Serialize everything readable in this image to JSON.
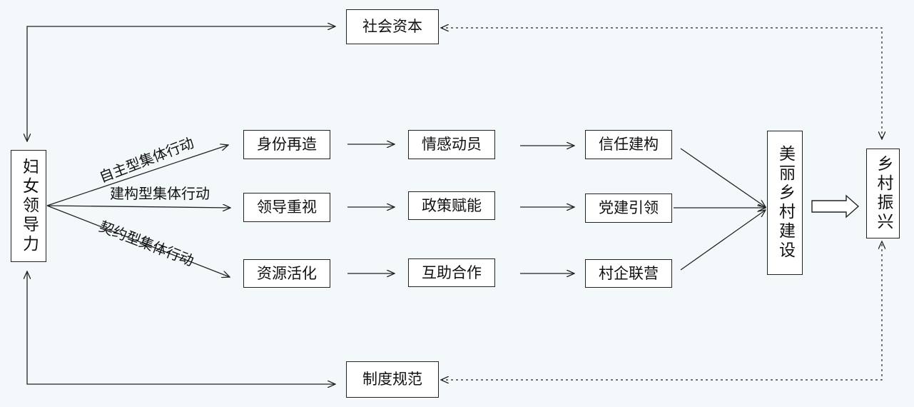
{
  "source": {
    "label": "妇女领导力"
  },
  "top_mediator": {
    "label": "社会资本"
  },
  "bottom_mediator": {
    "label": "制度规范"
  },
  "branches": [
    {
      "label": "自主型集体行动",
      "steps": [
        "身份再造",
        "情感动员",
        "信任建构"
      ]
    },
    {
      "label": "建构型集体行动",
      "steps": [
        "领导重视",
        "政策赋能",
        "党建引领"
      ]
    },
    {
      "label": "契约型集体行动",
      "steps": [
        "资源活化",
        "互助合作",
        "村企联营"
      ]
    }
  ],
  "outcome": {
    "label": "美丽乡村建设"
  },
  "goal": {
    "label": "乡村振兴"
  },
  "colors": {
    "line": "#222222",
    "box_fill": "#ffffff",
    "background": "#f3f8fb"
  }
}
